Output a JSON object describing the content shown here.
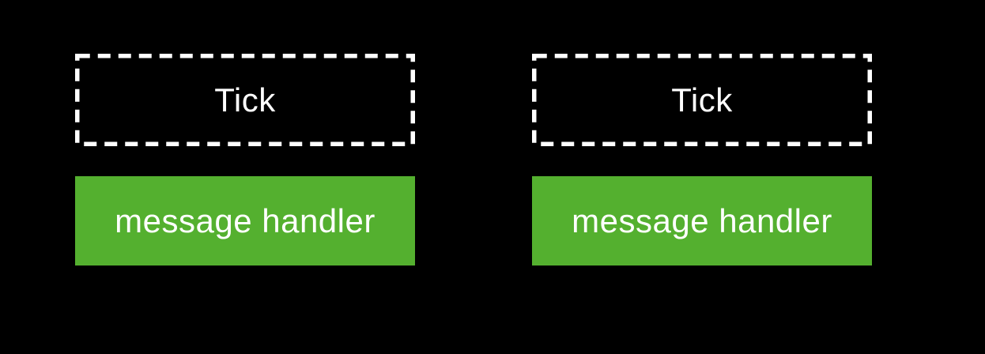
{
  "diagram": {
    "background_color": "#000000",
    "colors": {
      "handler_green": "#54b02f",
      "dash_stroke": "#ffffff",
      "text": "#ffffff"
    },
    "actors": [
      {
        "tick_label": "Tick",
        "handler_label": "message handler"
      },
      {
        "tick_label": "Tick",
        "handler_label": "message handler"
      }
    ]
  }
}
